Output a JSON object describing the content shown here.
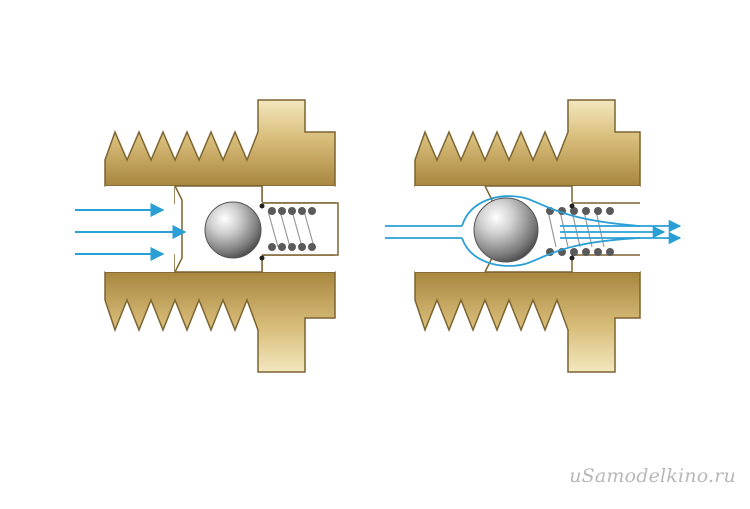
{
  "watermark": {
    "text": "uSamodelkino.ru"
  },
  "colors": {
    "brass_light": "#e9d9a3",
    "brass_mid": "#c9a860",
    "brass_dark": "#7d6430",
    "bore": "#ffffff",
    "flow_arrow": "#2a9fd6",
    "ball": "#b9b9b9",
    "spring_coil": "#5a5a5a"
  },
  "valves": [
    {
      "state": "closed",
      "icon": "ball-check-valve-closed"
    },
    {
      "state": "open",
      "icon": "ball-check-valve-open"
    }
  ]
}
